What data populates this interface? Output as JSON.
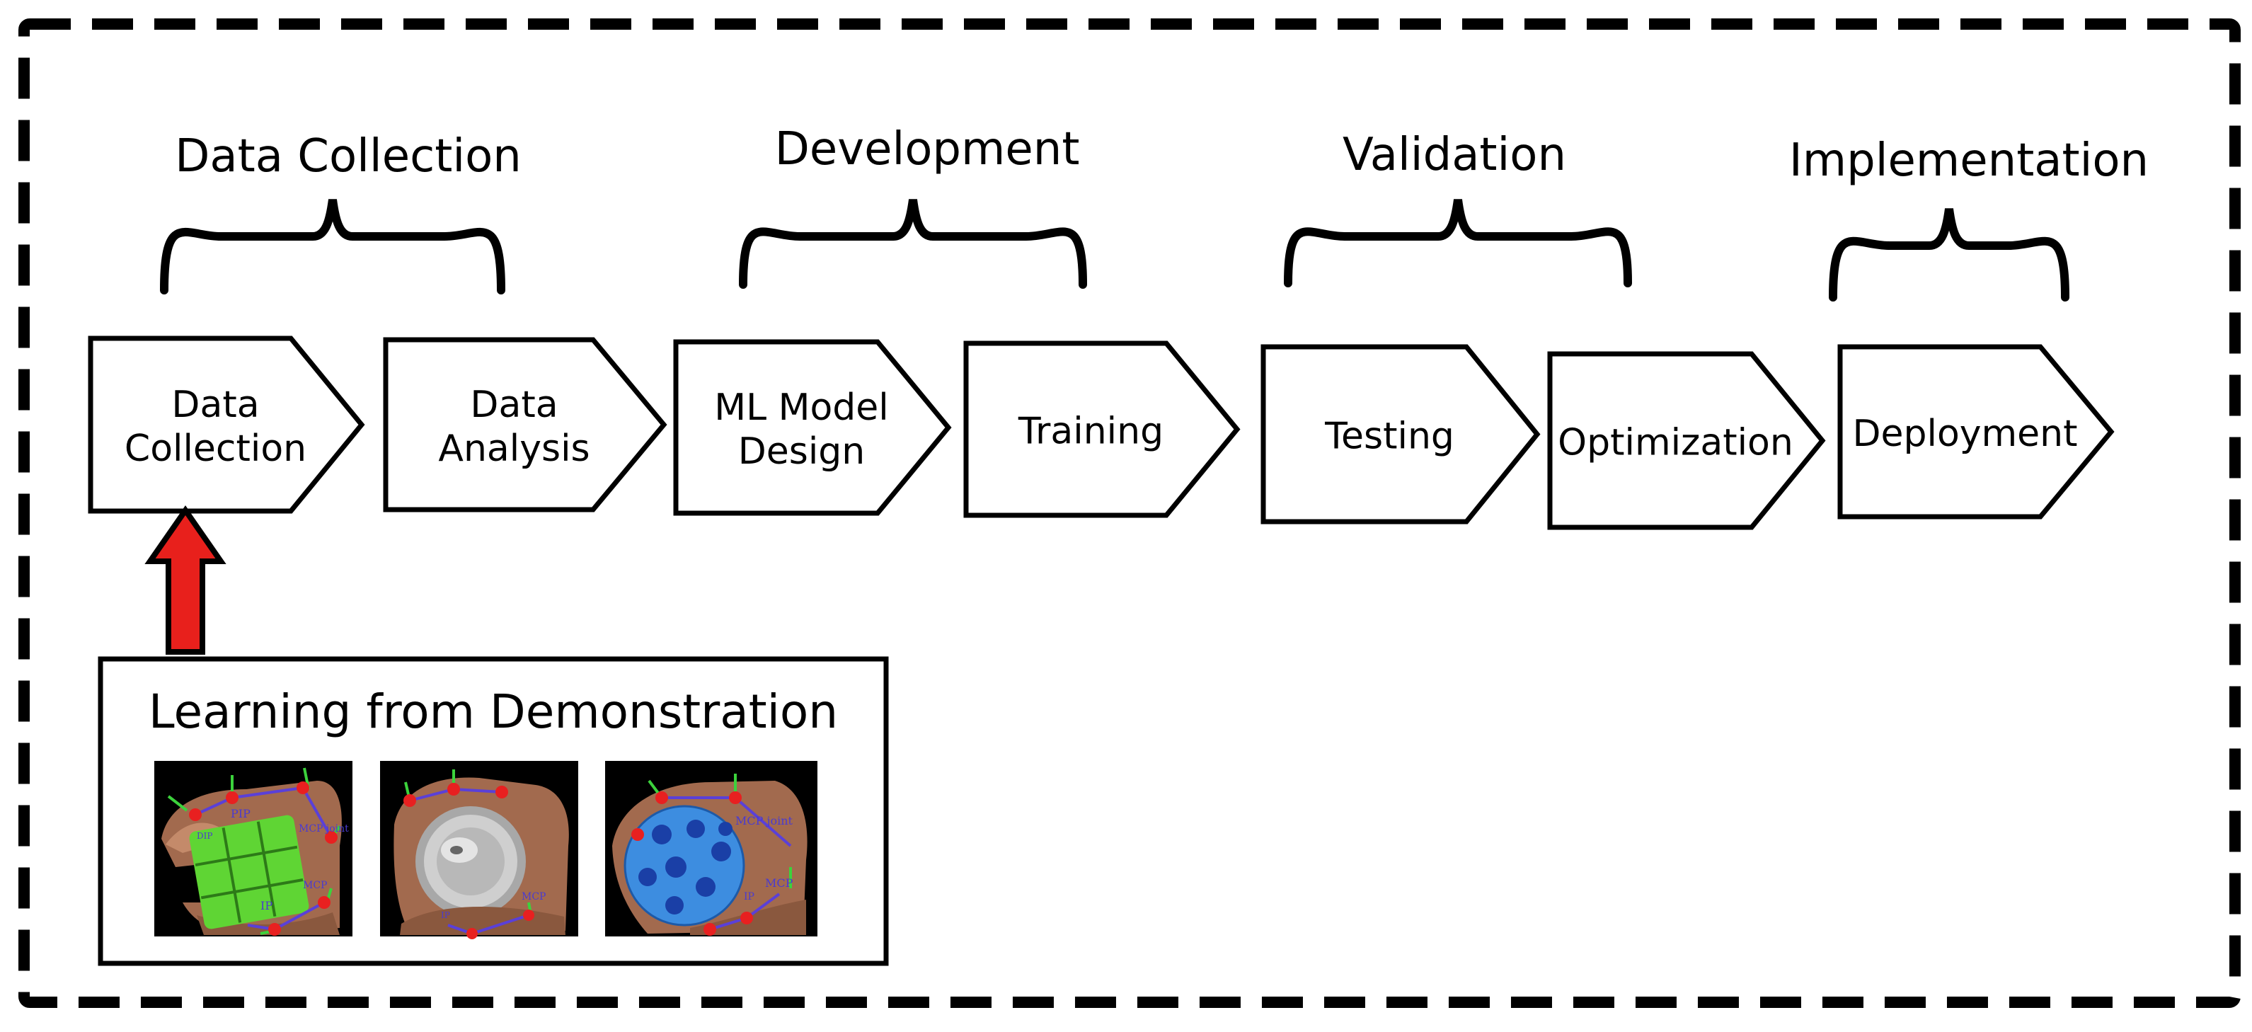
{
  "phases": [
    {
      "label": "Data Collection"
    },
    {
      "label": "Development"
    },
    {
      "label": "Validation"
    },
    {
      "label": "Implementation"
    }
  ],
  "steps": [
    {
      "lines": [
        "Data",
        "Collection"
      ]
    },
    {
      "lines": [
        "Data",
        "Analysis"
      ]
    },
    {
      "lines": [
        "ML Model",
        "Design"
      ]
    },
    {
      "lines": [
        "Training"
      ]
    },
    {
      "lines": [
        "Testing"
      ]
    },
    {
      "lines": [
        "Optimization"
      ]
    },
    {
      "lines": [
        "Deployment"
      ]
    }
  ],
  "lfd": {
    "title": "Learning from Demonstration",
    "images": [
      {
        "object": "rubiks-cube",
        "joint_labels": [
          "PIP",
          "DIP",
          "MCP joint",
          "IP",
          "MCP"
        ]
      },
      {
        "object": "soda-can",
        "joint_labels": [
          "IP",
          "MCP"
        ]
      },
      {
        "object": "spotted-ball",
        "joint_labels": [
          "MCP joint",
          "IP",
          "MCP"
        ]
      }
    ]
  },
  "colors": {
    "arrow_fill": "#e8201c",
    "hand_skin": "#a26a4e",
    "cube_green": "#5fd534",
    "ball_blue": "#3d8de0",
    "ball_spots": "#1a3fa6",
    "joint_dot": "#e82020",
    "skeleton_line": "#5a40d8",
    "axis_line": "#3cd23c"
  }
}
